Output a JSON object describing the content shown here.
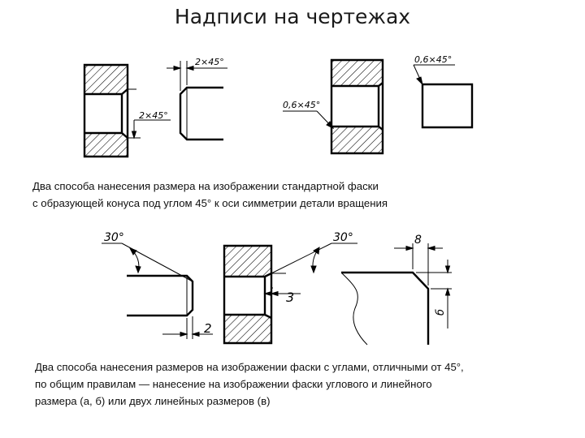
{
  "title": "Надписи на чертежах",
  "captions": {
    "top_line1": "Два способа нанесения размера на изображении стандартной фаски",
    "top_line2": "с образующей конуса под углом 45° к оси симметрии детали вращения",
    "bottom_line1": "Два способа нанесения размеров на изображении фаски с углами, отличными от 45°,",
    "bottom_line2": "по общим правилам — нанесение на изображении фаски углового и линейного",
    "bottom_line3": "размера (а, б) или двух линейных размеров (в)"
  },
  "dimensions": {
    "chamfer_2x45_shaft": "2×45°",
    "chamfer_2x45_hole": "2×45°",
    "chamfer_06x45_hole": "0,6×45°",
    "chamfer_06x45_shaft": "0,6×45°",
    "angle_30_shaft": "30°",
    "length_2": "2",
    "angle_30_hole": "30°",
    "length_3": "3",
    "length_8": "8",
    "length_6": "б"
  }
}
